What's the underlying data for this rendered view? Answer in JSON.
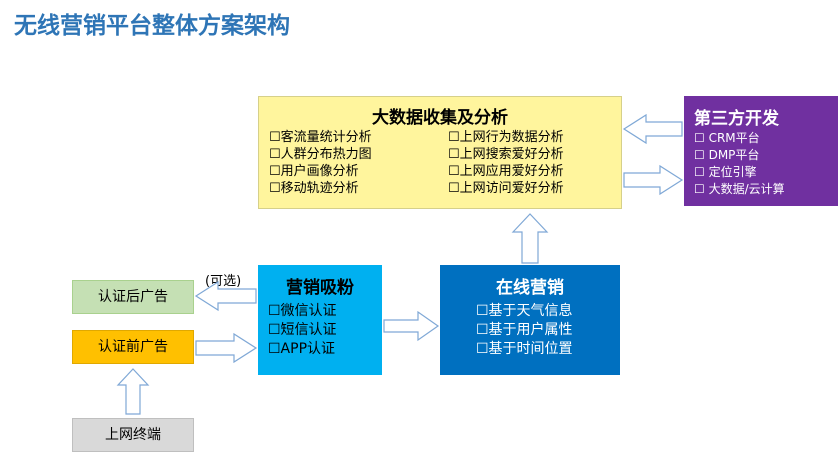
{
  "title": "无线营销平台整体方案架构",
  "bigdata": {
    "heading": "大数据收集及分析",
    "left_items": [
      "☐客流量统计分析",
      "☐人群分布热力图",
      "☐用户画像分析",
      "☐移动轨迹分析"
    ],
    "right_items": [
      "☐上网行为数据分析",
      "☐上网搜索爱好分析",
      "☐上网应用爱好分析",
      "☐上网访问爱好分析"
    ]
  },
  "third_party": {
    "heading": "第三方开发",
    "items": [
      "☐ CRM平台",
      "☐ DMP平台",
      "☐ 定位引擎",
      "☐ 大数据/云计算"
    ]
  },
  "marketing": {
    "heading": "营销吸粉",
    "items": [
      "☐微信认证",
      "☐短信认证",
      "☐APP认证"
    ]
  },
  "online": {
    "heading": "在线营销",
    "items": [
      "☐基于天气信息",
      "☐基于用户属性",
      "☐基于时间位置"
    ]
  },
  "after_ad": "认证后广告",
  "before_ad": "认证前广告",
  "terminal": "上网终端",
  "optional_label": "(可选)",
  "colors": {
    "title": "#2e75b6",
    "bigdata_bg": "#fff59d",
    "third_bg": "#7030a0",
    "marketing_bg": "#00b0f0",
    "online_bg": "#0070c0",
    "after_bg": "#c5e0b4",
    "before_bg": "#ffc000",
    "terminal_bg": "#d9d9d9",
    "arrow_stroke": "#7fa8d6"
  }
}
